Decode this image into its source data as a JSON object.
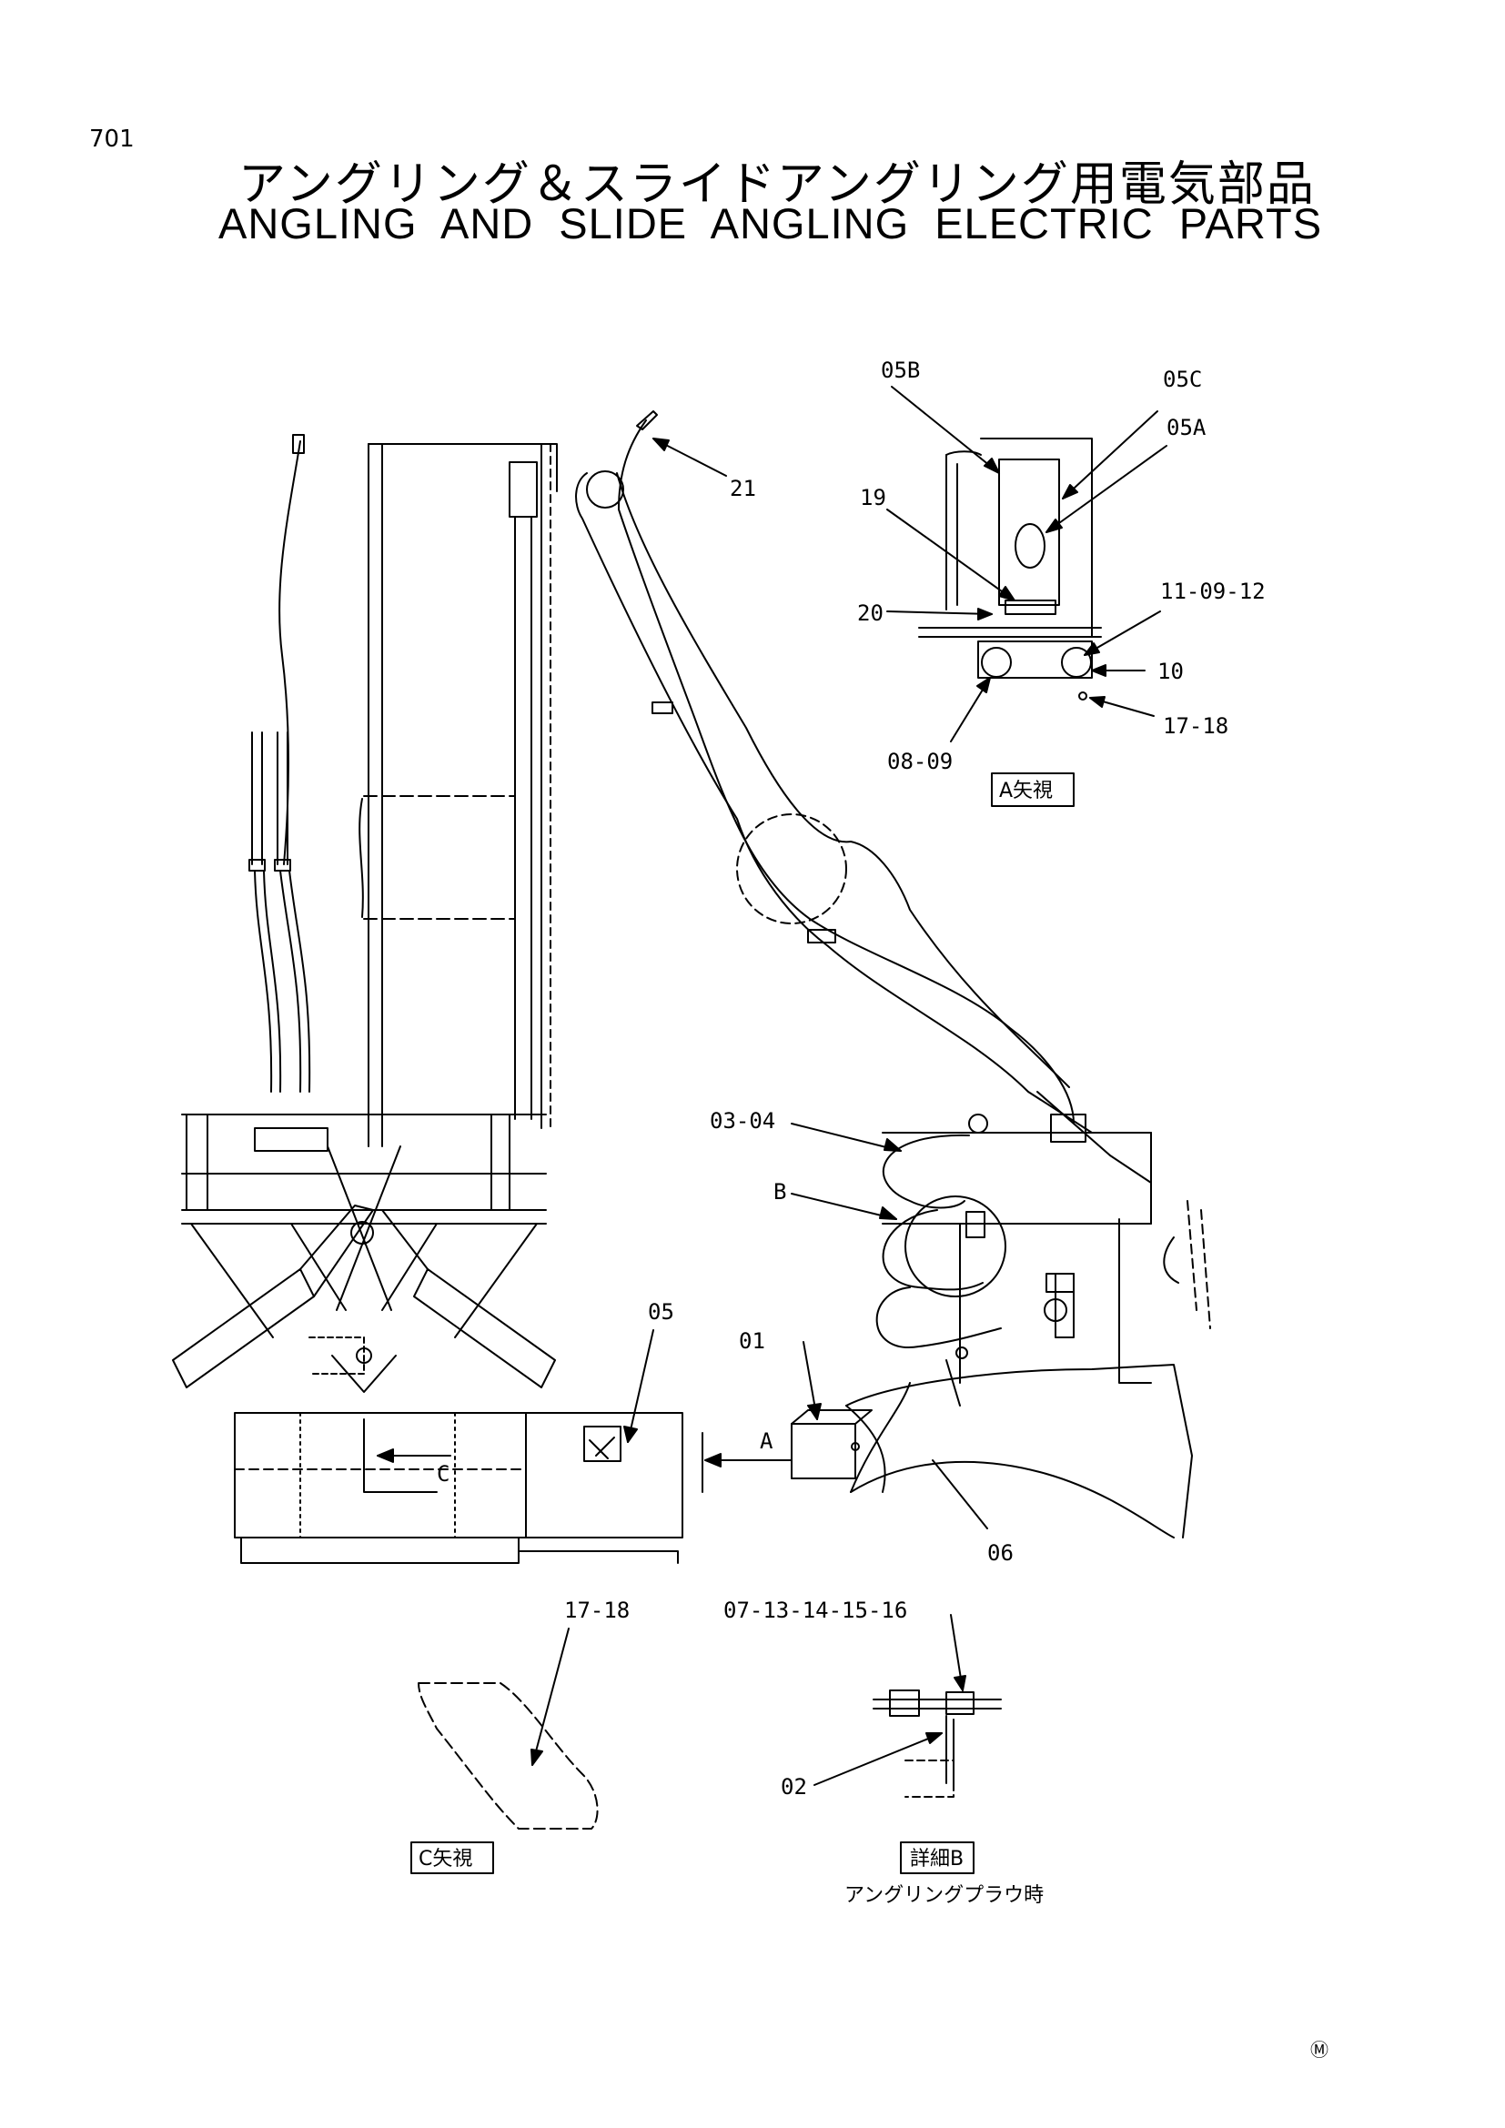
{
  "page": {
    "number": "701",
    "title_jp": "アングリング＆スライドアングリング用電気部品",
    "title_en": "ANGLING AND SLIDE ANGLING ELECTRIC PARTS",
    "trademark": "Ⓜ"
  },
  "callouts": {
    "c05B": "05B",
    "c05C": "05C",
    "c05A": "05A",
    "c19": "19",
    "c20": "20",
    "c11_09_12": "11-09-12",
    "c10": "10",
    "c17_18_a": "17-18",
    "c08_09": "08-09",
    "c21": "21",
    "c03_04": "03-04",
    "cB": "B",
    "c05": "05",
    "c01": "01",
    "cA": "A",
    "cC": "C",
    "c06": "06",
    "c17_18_b": "17-18",
    "c07_16": "07-13-14-15-16",
    "c02": "02"
  },
  "views": {
    "view_a": "A矢視",
    "view_c": "C矢視",
    "detail_b": "詳細B",
    "detail_b_note": "アングリングプラウ時"
  }
}
